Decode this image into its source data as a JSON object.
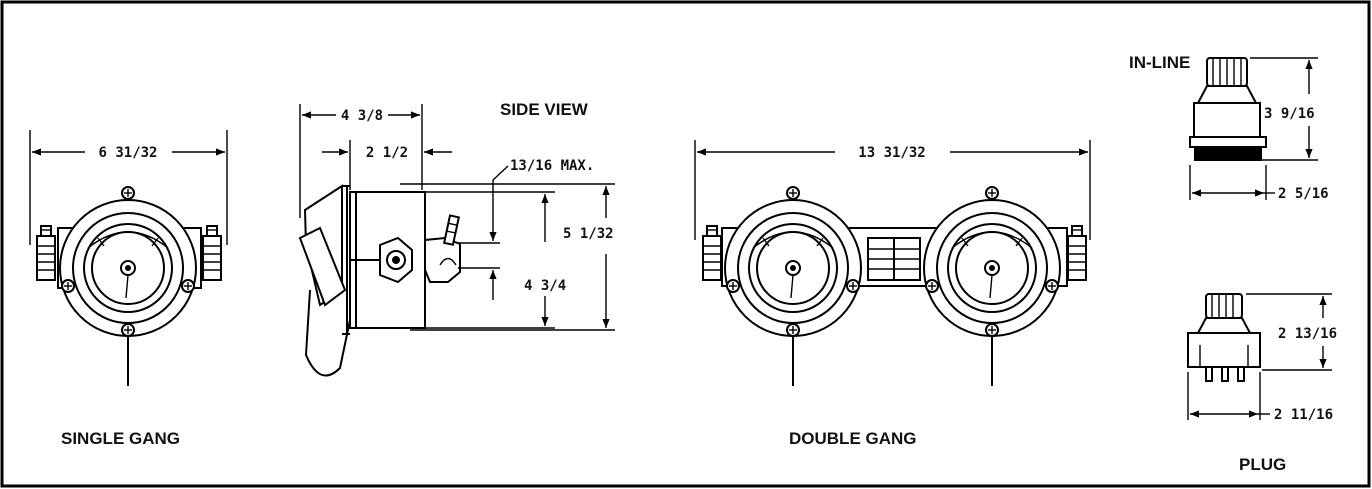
{
  "labels": {
    "single_gang": "SINGLE  GANG",
    "side_view": "SIDE VIEW",
    "double_gang": "DOUBLE GANG",
    "in_line": "IN-LINE",
    "plug": "PLUG"
  },
  "dimensions": {
    "single_width": "6 31/32",
    "side_depth": "4 3/8",
    "side_half": "2 1/2",
    "side_max": "13/16 MAX.",
    "side_height_outer": "5 1/32",
    "side_height_inner": "4 3/4",
    "double_width": "13 31/32",
    "inline_height": "3 9/16",
    "inline_width": "2 5/16",
    "plug_height": "2 13/16",
    "plug_width": "2 11/16"
  }
}
